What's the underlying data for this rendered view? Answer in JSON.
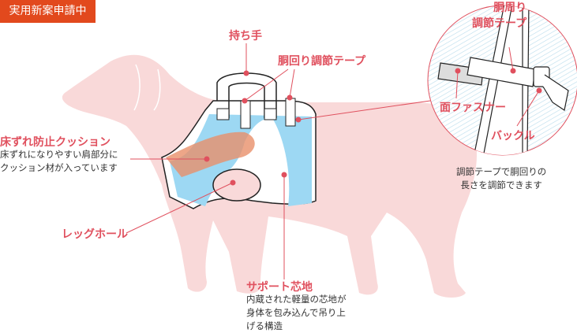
{
  "badge": "実用新案申請中",
  "labels": {
    "handle": "持ち手",
    "girth_tape": "胴回り調節テープ",
    "cushion_title": "床ずれ防止クッション",
    "cushion_desc": [
      "床ずれになりやすい肩部分に",
      "クッション材が入っています"
    ],
    "leg_hole": "レッグホール",
    "support_title": "サポート芯地",
    "support_desc": [
      "内蔵された軽量の芯地が",
      "身体を包み込んで吊り上",
      "げる構造"
    ]
  },
  "detail": {
    "girth_tape": [
      "胴周り",
      "調節テープ"
    ],
    "velcro": "面ファスナー",
    "buckle": "バックル",
    "caption": [
      "調節テープで胴回りの",
      "長さを調節できます"
    ]
  },
  "colors": {
    "accent": "#e0505e",
    "badge": "#e2491d",
    "dog": "#f9d9d9",
    "harness": "#9dd8f3",
    "cushion": "#e8906a"
  }
}
